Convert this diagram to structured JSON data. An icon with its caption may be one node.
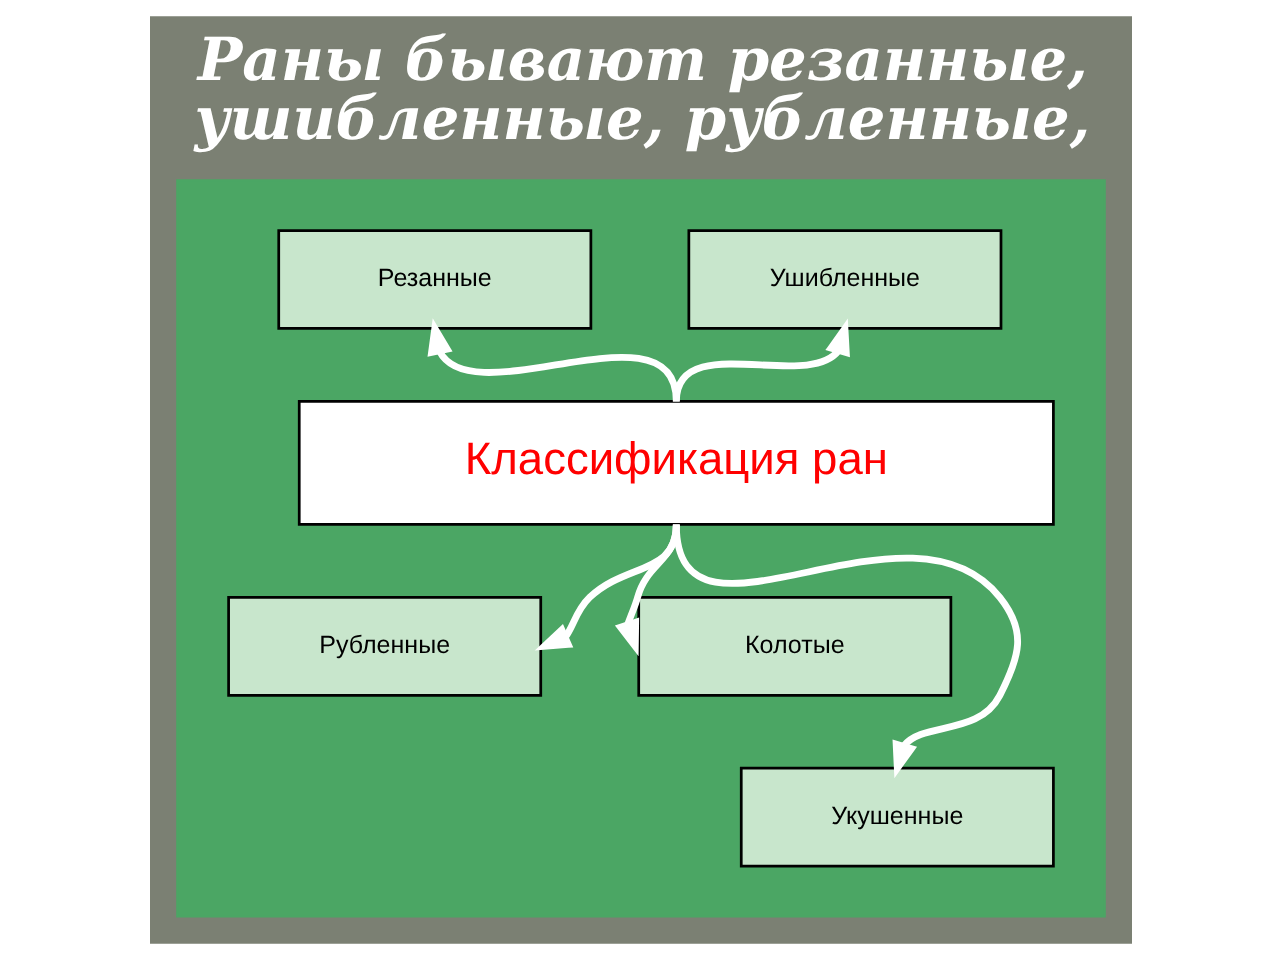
{
  "diagram": {
    "title": "Раны бывают резанные, ушибленные, рубленные,",
    "nodes": [
      {
        "text": [],
        "shape": "box"
      },
      {
        "text": [
          "Резанные"
        ],
        "in": 0
      },
      {
        "text": [
          "Ушибленные"
        ],
        "in": 0
      },
      {
        "text": [
          "Классификация ран"
        ],
        "in": 0
      },
      {
        "text": [
          "Рубленные"
        ],
        "in": 0
      },
      {
        "text": [
          "Колотые"
        ],
        "in": 0
      },
      {
        "text": [
          "Укушенные"
        ],
        "in": 0
      }
    ],
    "edges": [
      {
        "from": 3,
        "to": 1,
        "arrow": "to"
      },
      {
        "from": 3,
        "to": 2,
        "arrow": "to"
      },
      {
        "from": 3,
        "to": 4,
        "arrow": "to"
      },
      {
        "from": 3,
        "to": 5,
        "arrow": "to"
      },
      {
        "from": 3,
        "to": 6,
        "arrow": "to"
      }
    ]
  }
}
